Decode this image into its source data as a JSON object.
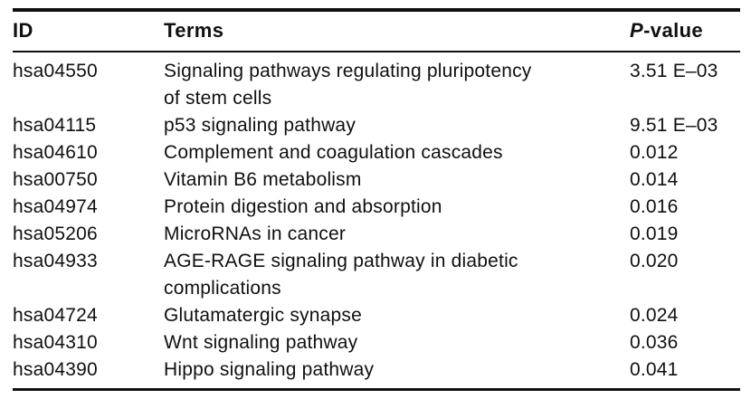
{
  "table": {
    "columns": [
      {
        "key": "id",
        "label": "ID"
      },
      {
        "key": "terms",
        "label": "Terms"
      },
      {
        "key": "pvalue",
        "label": "P-value"
      }
    ],
    "rows": [
      {
        "id": "hsa04550",
        "term_lines": [
          "Signaling pathways regulating pluripotency",
          "of stem cells"
        ],
        "pvalue": "3.51 E–03"
      },
      {
        "id": "hsa04115",
        "term_lines": [
          "p53 signaling pathway"
        ],
        "pvalue": "9.51 E–03"
      },
      {
        "id": "hsa04610",
        "term_lines": [
          "Complement and coagulation cascades"
        ],
        "pvalue": "0.012"
      },
      {
        "id": "hsa00750",
        "term_lines": [
          "Vitamin B6 metabolism"
        ],
        "pvalue": "0.014"
      },
      {
        "id": "hsa04974",
        "term_lines": [
          "Protein digestion and absorption"
        ],
        "pvalue": "0.016"
      },
      {
        "id": "hsa05206",
        "term_lines": [
          "MicroRNAs in cancer"
        ],
        "pvalue": "0.019"
      },
      {
        "id": "hsa04933",
        "term_lines": [
          "AGE-RAGE signaling pathway in diabetic",
          "complications"
        ],
        "pvalue": "0.020"
      },
      {
        "id": "hsa04724",
        "term_lines": [
          "Glutamatergic synapse"
        ],
        "pvalue": "0.024"
      },
      {
        "id": "hsa04310",
        "term_lines": [
          "Wnt signaling pathway"
        ],
        "pvalue": "0.036"
      },
      {
        "id": "hsa04390",
        "term_lines": [
          "Hippo signaling pathway"
        ],
        "pvalue": "0.041"
      }
    ]
  },
  "colors": {
    "background": "#ffffff",
    "text": "#101010",
    "rule": "#101010"
  },
  "chart_data": {
    "type": "table",
    "title": "",
    "columns": [
      "ID",
      "P-value"
    ],
    "categories": [
      "Signaling pathways regulating pluripotency of stem cells",
      "p53 signaling pathway",
      "Complement and coagulation cascades",
      "Vitamin B6 metabolism",
      "Protein digestion and absorption",
      "MicroRNAs in cancer",
      "AGE-RAGE signaling pathway in diabetic complications",
      "Glutamatergic synapse",
      "Wnt signaling pathway",
      "Hippo signaling pathway"
    ],
    "ids": [
      "hsa04550",
      "hsa04115",
      "hsa04610",
      "hsa00750",
      "hsa04974",
      "hsa05206",
      "hsa04933",
      "hsa04724",
      "hsa04310",
      "hsa04390"
    ],
    "p_values": [
      0.00351,
      0.00951,
      0.012,
      0.014,
      0.016,
      0.019,
      0.02,
      0.024,
      0.036,
      0.041
    ]
  }
}
